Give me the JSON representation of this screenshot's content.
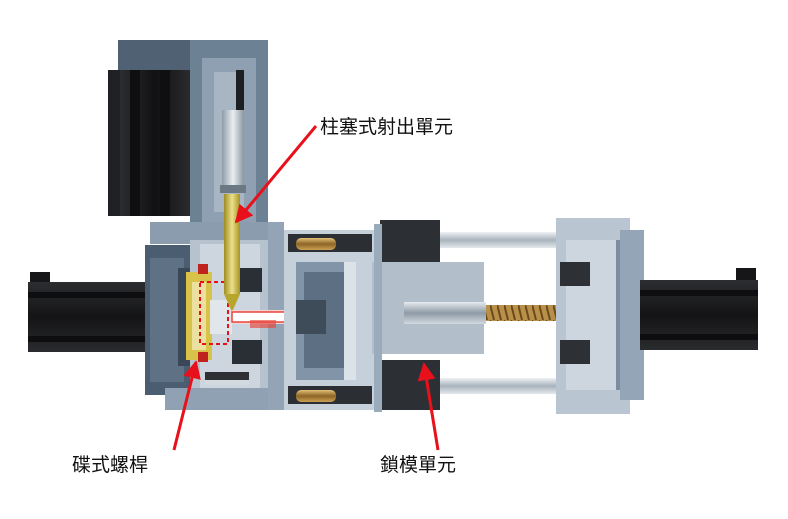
{
  "labels": {
    "plunger_injection_unit": "柱塞式射出單元",
    "disc_screw": "碟式螺桿",
    "mold_clamping_unit": "鎖模單元"
  },
  "colors": {
    "arrow": "#e8101a",
    "motor_dark": "#1b1b1d",
    "motor_mid": "#2a2b2e",
    "housing_dark": "#4f6173",
    "housing_mid": "#7b8ea1",
    "housing_light": "#b7c4d0",
    "housing_pale": "#d9e1e8",
    "plunger_gold": "#c9b43a",
    "screw_bronze": "#b08a3c",
    "disc_yellow": "#d8c24a",
    "seal_red": "#c0221d",
    "nozzle_red": "#e8453c",
    "rod_silver": "#cfd6dc"
  }
}
